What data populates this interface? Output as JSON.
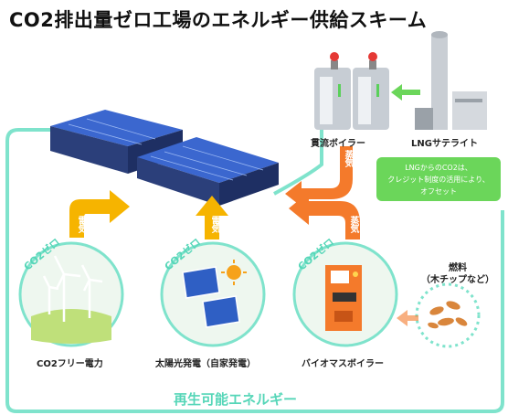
{
  "title": "CO2排出量ゼロ工場のエネルギー供給スキーム",
  "boilers": {
    "label": "貫流ボイラー"
  },
  "lng": {
    "label": "LNGサテライト",
    "note_line1": "LNGからのCO2は、",
    "note_line2": "クレジット制度の活用により、",
    "note_line3": "オフセット"
  },
  "arrows": {
    "electric_1": "電気",
    "electric_2": "電気",
    "steam_1": "蒸気",
    "steam_2": "蒸気"
  },
  "circles": {
    "badge": "CO2ゼロ",
    "wind_label": "CO2フリー電力",
    "solar_label": "太陽光発電（自家発電）",
    "biomass_label": "バイオマスボイラー"
  },
  "fuel": {
    "line1": "燃料",
    "line2": "（木チップなど）"
  },
  "frame_label": "再生可能エネルギー",
  "colors": {
    "frame": "#7fe3cc",
    "electric_arrow": "#f6b400",
    "steam_arrow": "#f47a2b",
    "lng_note": "#6bd65a",
    "panel_blue": "#2f5fc4",
    "circle_fill": "#eef7ef"
  }
}
